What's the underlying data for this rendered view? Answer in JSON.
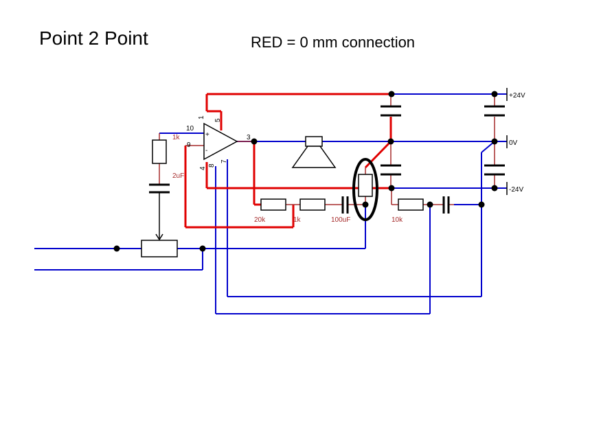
{
  "title": "Point 2 Point",
  "subtitle": "RED = 0 mm connection",
  "colors": {
    "red_wire": "#e00000",
    "blue_wire": "#0000cc",
    "component_lead": "#a52a2a",
    "node": "#000000"
  },
  "pins": {
    "p1": "1",
    "p5": "5",
    "p10": "10",
    "plus": "+",
    "p9": "9",
    "minus": "-",
    "p3": "3",
    "p4": "4",
    "p8": "8",
    "p7": "7"
  },
  "components": {
    "r_feedback": "1k",
    "c_input": "2uF",
    "r_20k": "20k",
    "r_1k": "1k",
    "c_100uf": "100uF",
    "r_10k": "10k"
  },
  "rails": {
    "pos": "+24V",
    "zero": "0V",
    "neg": "-24V"
  }
}
